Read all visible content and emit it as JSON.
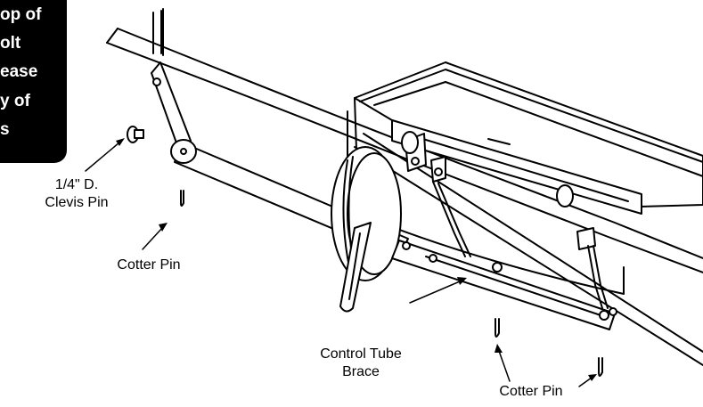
{
  "instruction_box": {
    "lines": [
      "op of",
      "olt",
      "ease",
      "y of",
      "s"
    ]
  },
  "labels": {
    "clevis_pin": [
      "1/4\" D.",
      "Clevis Pin"
    ],
    "cotter_pin_left": "Cotter Pin",
    "control_tube_brace": [
      "Control Tube",
      "Brace"
    ],
    "cotter_pin_right": "Cotter Pin"
  },
  "colors": {
    "line": "#000000",
    "fill": "#ffffff",
    "shade": "#d9d9d9",
    "box": "#000000"
  }
}
